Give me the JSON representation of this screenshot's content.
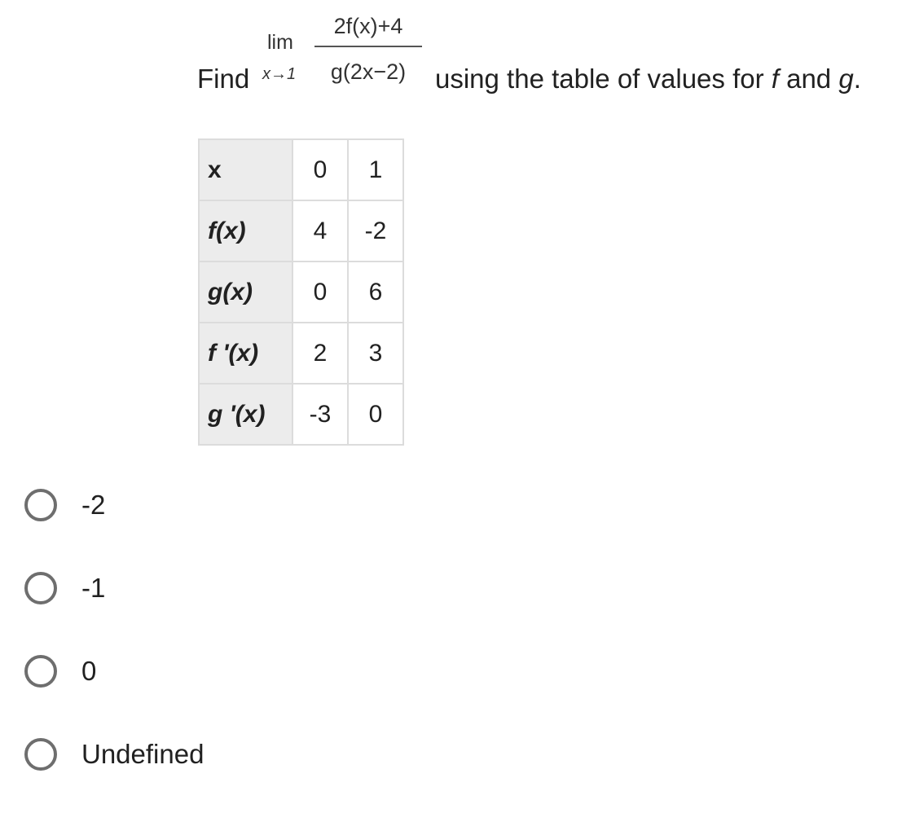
{
  "question": {
    "prefix": "Find",
    "limit": {
      "lim": "lim",
      "approach": "x→1",
      "numerator": "2f(x)+4",
      "denominator": "g(2x−2)"
    },
    "suffix_1": "using the table of values for ",
    "f_var": "f",
    "suffix_2": " and ",
    "g_var": "g",
    "suffix_3": "."
  },
  "table": {
    "header": {
      "label": "x",
      "c0": "0",
      "c1": "1"
    },
    "rows": [
      {
        "label": "f(x)",
        "c0": "4",
        "c1": "-2"
      },
      {
        "label": "g(x)",
        "c0": "0",
        "c1": "6"
      },
      {
        "label": "f '(x)",
        "c0": "2",
        "c1": "3"
      },
      {
        "label": "g '(x)",
        "c0": "-3",
        "c1": "0"
      }
    ]
  },
  "options": [
    {
      "label": "-2"
    },
    {
      "label": "-1"
    },
    {
      "label": "0"
    },
    {
      "label": "Undefined"
    }
  ]
}
